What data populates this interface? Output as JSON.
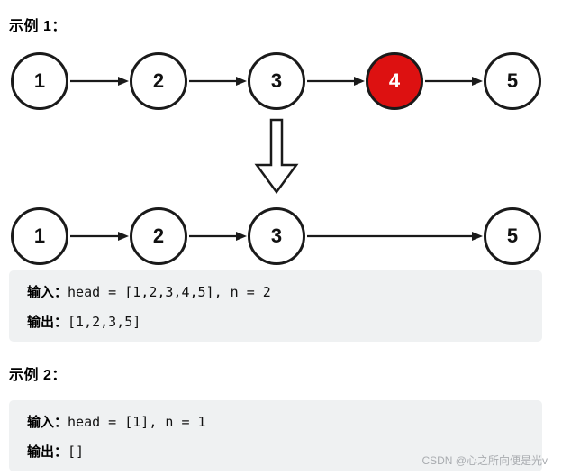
{
  "example1": {
    "heading": "示例 1：",
    "list_before": {
      "nodes": [
        "1",
        "2",
        "3",
        "4",
        "5"
      ],
      "highlighted_value": "4",
      "highlighted_index": 3
    },
    "list_after": {
      "nodes": [
        "1",
        "2",
        "3",
        "5"
      ]
    },
    "io": {
      "input_label": "输入：",
      "input_value": "head = [1,2,3,4,5], n = 2",
      "output_label": "输出：",
      "output_value": "[1,2,3,5]"
    }
  },
  "example2": {
    "heading": "示例 2：",
    "io": {
      "input_label": "输入：",
      "input_value": "head = [1], n = 1",
      "output_label": "输出：",
      "output_value": "[]"
    }
  },
  "watermark": "CSDN @心之所向便是光v",
  "colors": {
    "highlight_node": "#dd1111",
    "node_border": "#1a1a1a",
    "arrow": "#1a1a1a",
    "io_box_bg": "#eff1f2",
    "watermark_text": "#a9acb0"
  }
}
